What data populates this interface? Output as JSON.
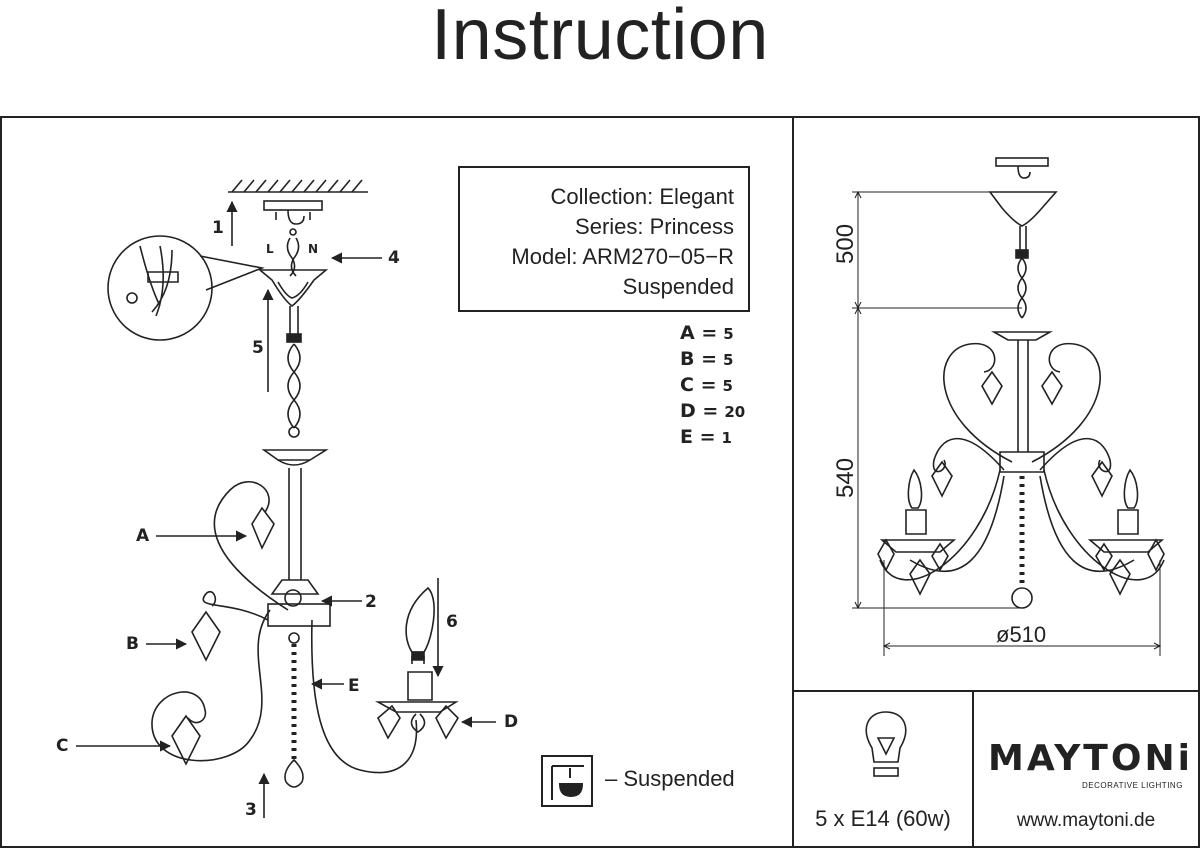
{
  "title": "Instruction",
  "info": {
    "collection": "Collection: Elegant",
    "series": "Series: Princess",
    "model": "Model: ARM270−05−R",
    "type": "Suspended"
  },
  "quantities": [
    {
      "letter": "A",
      "eq": "=",
      "value": "5"
    },
    {
      "letter": "B",
      "eq": "=",
      "value": "5"
    },
    {
      "letter": "C",
      "eq": "=",
      "value": "5"
    },
    {
      "letter": "D",
      "eq": "=",
      "value": "20"
    },
    {
      "letter": "E",
      "eq": "=",
      "value": "1"
    }
  ],
  "step_labels": {
    "s1": "1",
    "s2": "2",
    "s3": "3",
    "s4": "4",
    "s5": "5",
    "s6": "6"
  },
  "part_labels": {
    "a": "A",
    "b": "B",
    "c": "C",
    "d": "D",
    "e": "E"
  },
  "wiring": {
    "l": "L",
    "n": "N"
  },
  "suspended_text": "– Suspended",
  "dimensions": {
    "height_top": "500",
    "height_body": "540",
    "diameter": "ø510"
  },
  "bulb": "5 x E14 (60w)",
  "brand": {
    "name": "MAYTONi",
    "tagline": "DECORATIVE LIGHTING",
    "url": "www.maytoni.de"
  }
}
